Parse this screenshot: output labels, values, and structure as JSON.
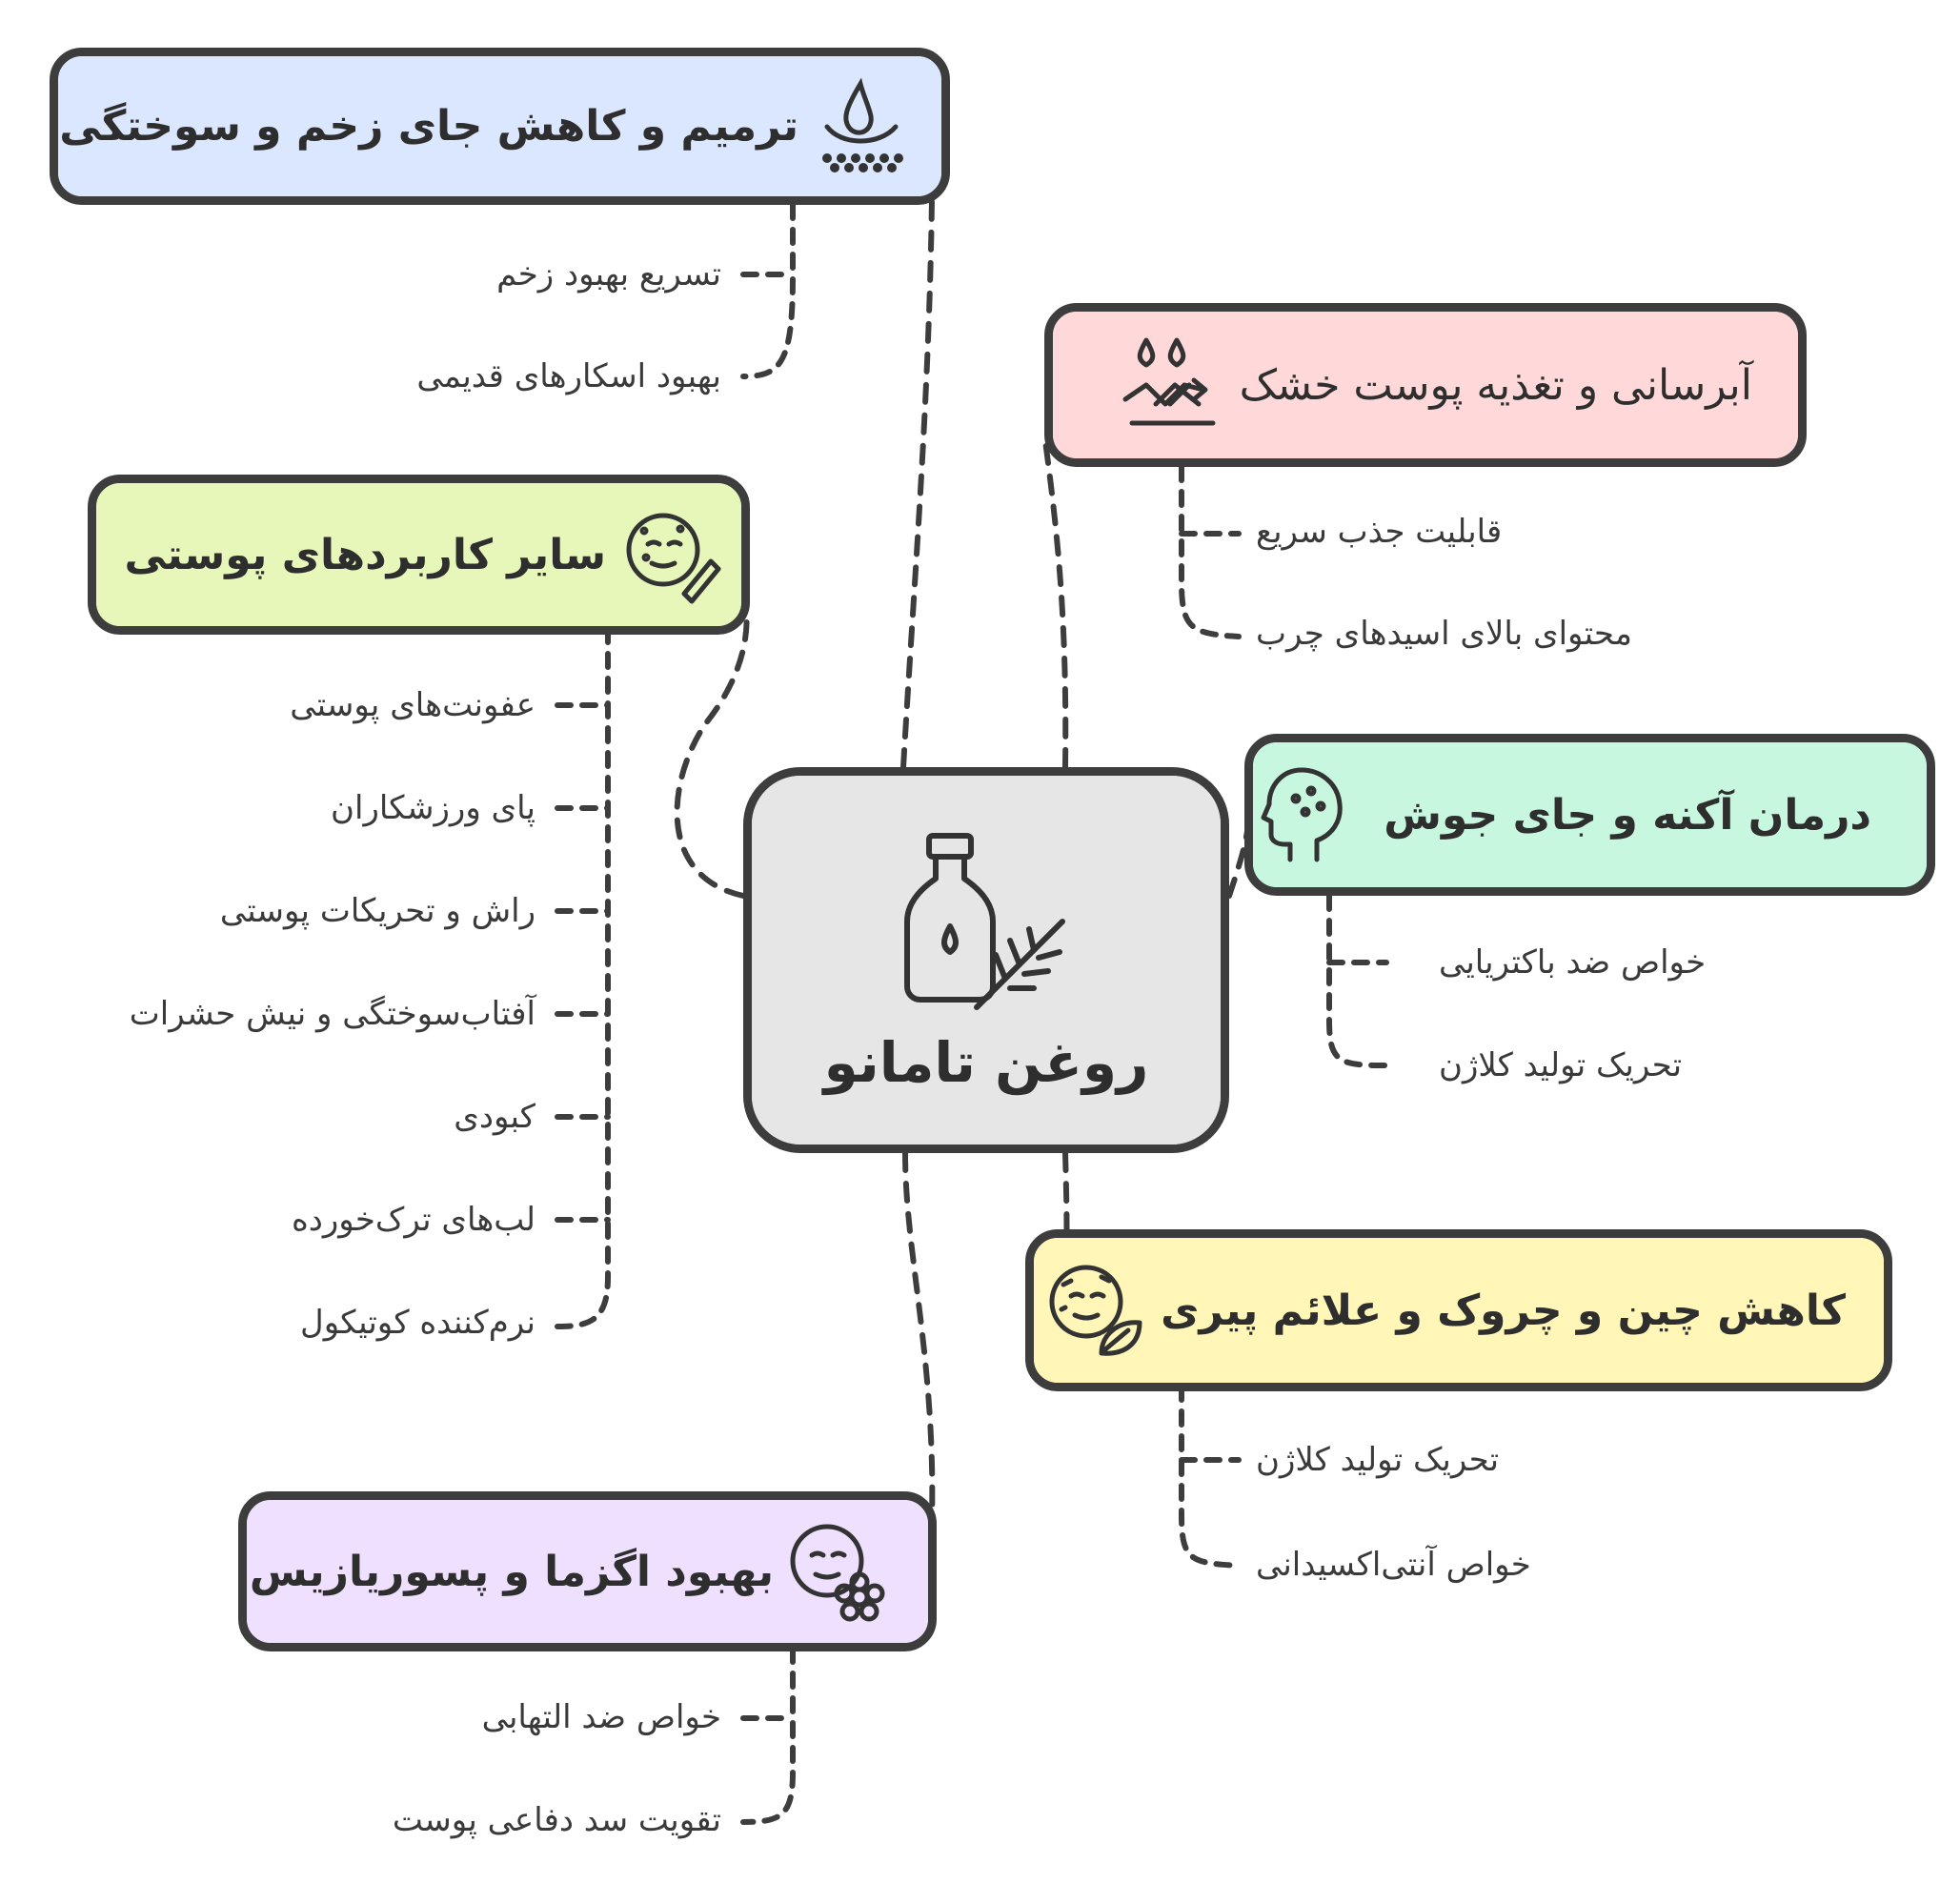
{
  "center": {
    "title": "روغن تامانو",
    "icon": "oil-bottle-with-leaf-icon",
    "color": "#e6e6e6"
  },
  "branches": [
    {
      "id": "wound",
      "title": "ترمیم و کاهش جای زخم و سوختگی",
      "icon": "healing-droplet-icon",
      "color": "#dbe7ff",
      "children": [
        "تسریع بهبود زخم",
        "بهبود اسکارهای قدیمی"
      ]
    },
    {
      "id": "hydration",
      "title": "آبرسانی و تغذیه پوست خشک",
      "icon": "water-drops-skin-icon",
      "color": "#ffd9d9",
      "children": [
        "قابلیت جذب سریع",
        "محتوای بالای اسیدهای چرب"
      ]
    },
    {
      "id": "other",
      "title": "سایر کاربردهای پوستی",
      "icon": "face-care-icon",
      "color": "#e6f7b9",
      "children": [
        "عفونت‌های پوستی",
        "پای ورزشکاران",
        "راش و تحریکات پوستی",
        "آفتاب‌سوختگی و نیش حشرات",
        "کبودی",
        "لب‌های ترک‌خورده",
        "نرم‌کننده کوتیکول"
      ]
    },
    {
      "id": "acne",
      "title": "درمان آکنه و جای جوش",
      "icon": "head-acne-icon",
      "color": "#c8f7e0",
      "children": [
        "خواص ضد باکتریایی",
        "تحریک تولید کلاژن"
      ]
    },
    {
      "id": "wrinkle",
      "title": "کاهش چین و چروک و علائم پیری",
      "icon": "face-leaf-icon",
      "color": "#fff6b8",
      "children": [
        "تحریک تولید کلاژن",
        "خواص آنتی‌اکسیدانی"
      ]
    },
    {
      "id": "eczema",
      "title": "بهبود اگزما و پسوریازیس",
      "icon": "face-flower-icon",
      "color": "#efe0ff",
      "children": [
        "خواص ضد التهابی",
        "تقویت سد دفاعی پوست"
      ]
    }
  ]
}
